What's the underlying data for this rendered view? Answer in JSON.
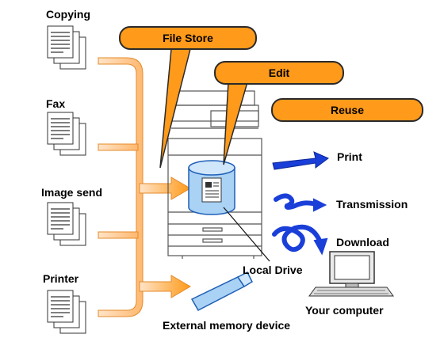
{
  "sources": {
    "copying": "Copying",
    "fax": "Fax",
    "image_send": "Image send",
    "printer": "Printer"
  },
  "callouts": {
    "file_store": "File Store",
    "edit": "Edit",
    "reuse": "Reuse"
  },
  "outputs": {
    "print": "Print",
    "transmission": "Transmission",
    "download": "Download"
  },
  "devices": {
    "local_drive": "Local Drive",
    "your_computer": "Your computer",
    "external_memory": "External memory device"
  },
  "colors": {
    "orange": "#ff9a1a",
    "peach": "#ffd2a6",
    "blue": "#1a3fd9",
    "drive": "#a9d2f5"
  }
}
